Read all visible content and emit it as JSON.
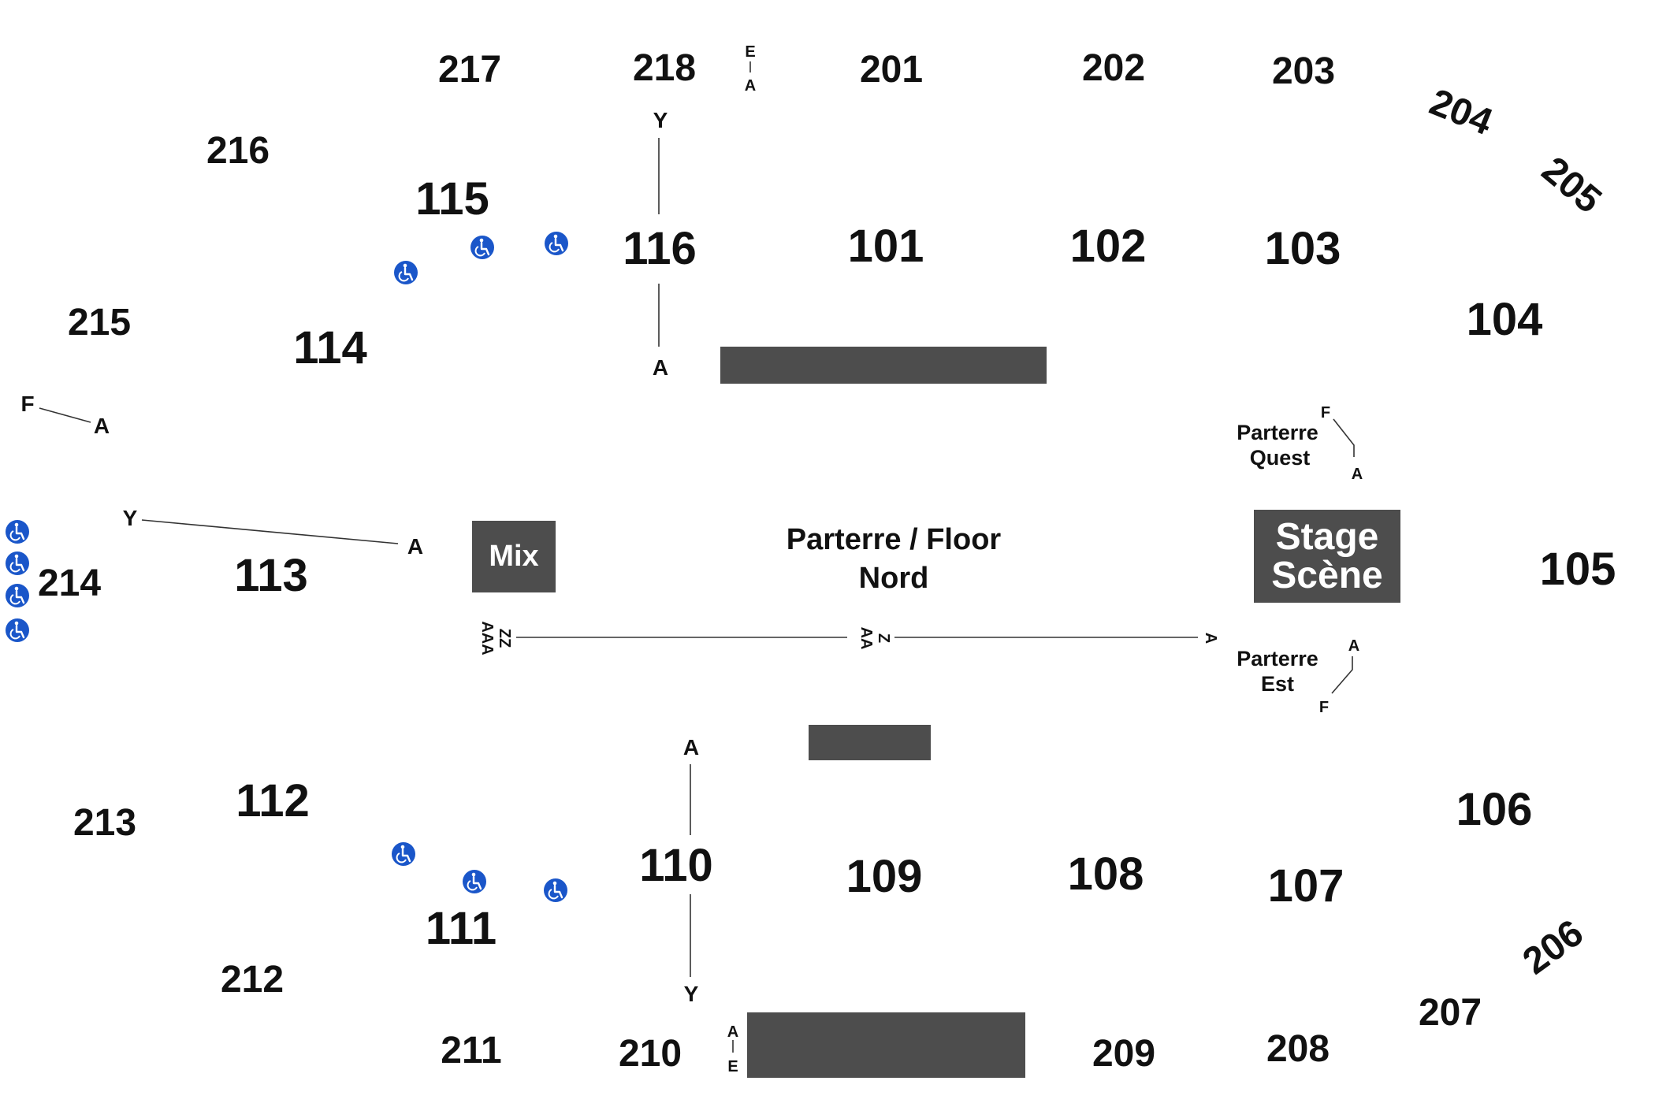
{
  "map": {
    "floor": {
      "line1": "Parterre / Floor",
      "line2": "Nord"
    },
    "mix": "Mix",
    "stage": {
      "line1": "Stage",
      "line2": "Scène"
    },
    "parterre_quest": {
      "line1": "Parterre",
      "line2": "Quest"
    },
    "parterre_est": {
      "line1": "Parterre",
      "line2": "Est"
    },
    "upper_sections": {
      "s201": "201",
      "s202": "202",
      "s203": "203",
      "s204": "204",
      "s205": "205",
      "s206": "206",
      "s207": "207",
      "s208": "208",
      "s209": "209",
      "s210": "210",
      "s211": "211",
      "s212": "212",
      "s213": "213",
      "s214": "214",
      "s215": "215",
      "s216": "216",
      "s217": "217",
      "s218": "218"
    },
    "lower_sections": {
      "s101": "101",
      "s102": "102",
      "s103": "103",
      "s104": "104",
      "s105": "105",
      "s106": "106",
      "s107": "107",
      "s108": "108",
      "s109": "109",
      "s110": "110",
      "s111": "111",
      "s112": "112",
      "s113": "113",
      "s114": "114",
      "s115": "115",
      "s116": "116"
    },
    "row_markers": {
      "y": "Y",
      "a": "A",
      "e": "E",
      "f": "F",
      "zz": "ZZ",
      "aaa": "AAA",
      "z": "Z",
      "aa": "AA"
    },
    "wheelchair_icon": "wheelchair-icon",
    "colors": {
      "block": "#4d4d4d",
      "wheelchair": "#1a56c9",
      "text": "#111111"
    }
  }
}
